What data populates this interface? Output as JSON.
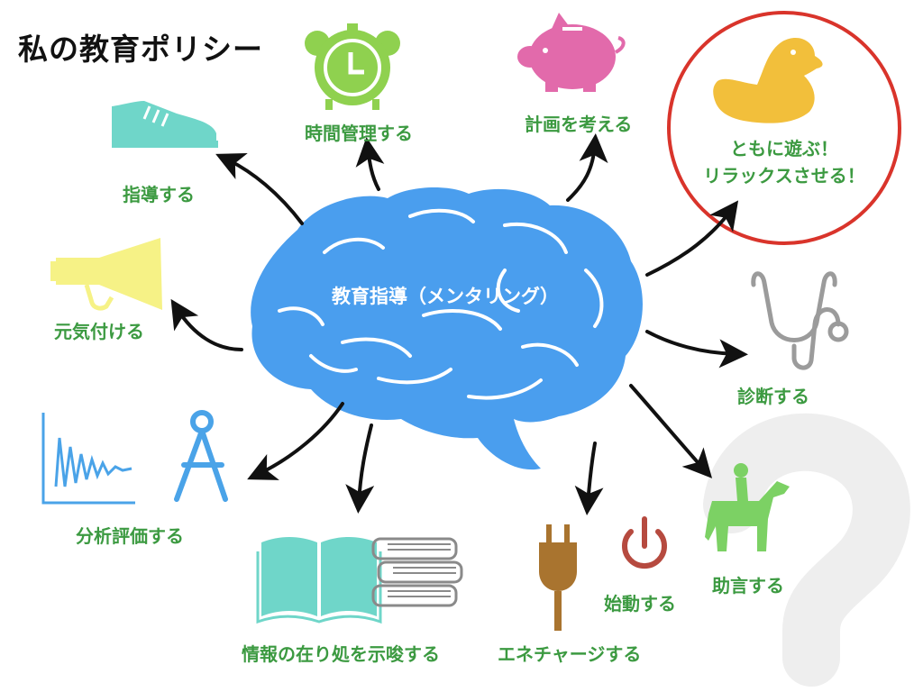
{
  "title": "私の教育ポリシー",
  "center": {
    "label": "教育指導（メンタリング）"
  },
  "items": {
    "time_management": "時間管理する",
    "plan": "計画を考える",
    "guide": "指導する",
    "encourage": "元気付ける",
    "diagnose": "診断する",
    "analyze": "分析評価する",
    "info": "情報の在り処を示唆する",
    "charge": "エネチャージする",
    "start": "始動する",
    "advise": "助言する",
    "play_line1": "ともに遊ぶ！",
    "play_line2": "リラックスさせる！"
  },
  "colors": {
    "brain": "#4a9eee",
    "label_green": "#3c9a41",
    "circle_red": "#d9342b",
    "clock": "#8fd14f",
    "pig": "#e26aab",
    "duck": "#f2bf3b",
    "shoe": "#6fd6c9",
    "megaphone": "#f6f286",
    "stethoscope": "#9b9b9b",
    "compass": "#4aa3e8",
    "book": "#6fd6c9",
    "plug": "#a9742f",
    "power": "#b64a3f",
    "rider": "#7cd164"
  }
}
